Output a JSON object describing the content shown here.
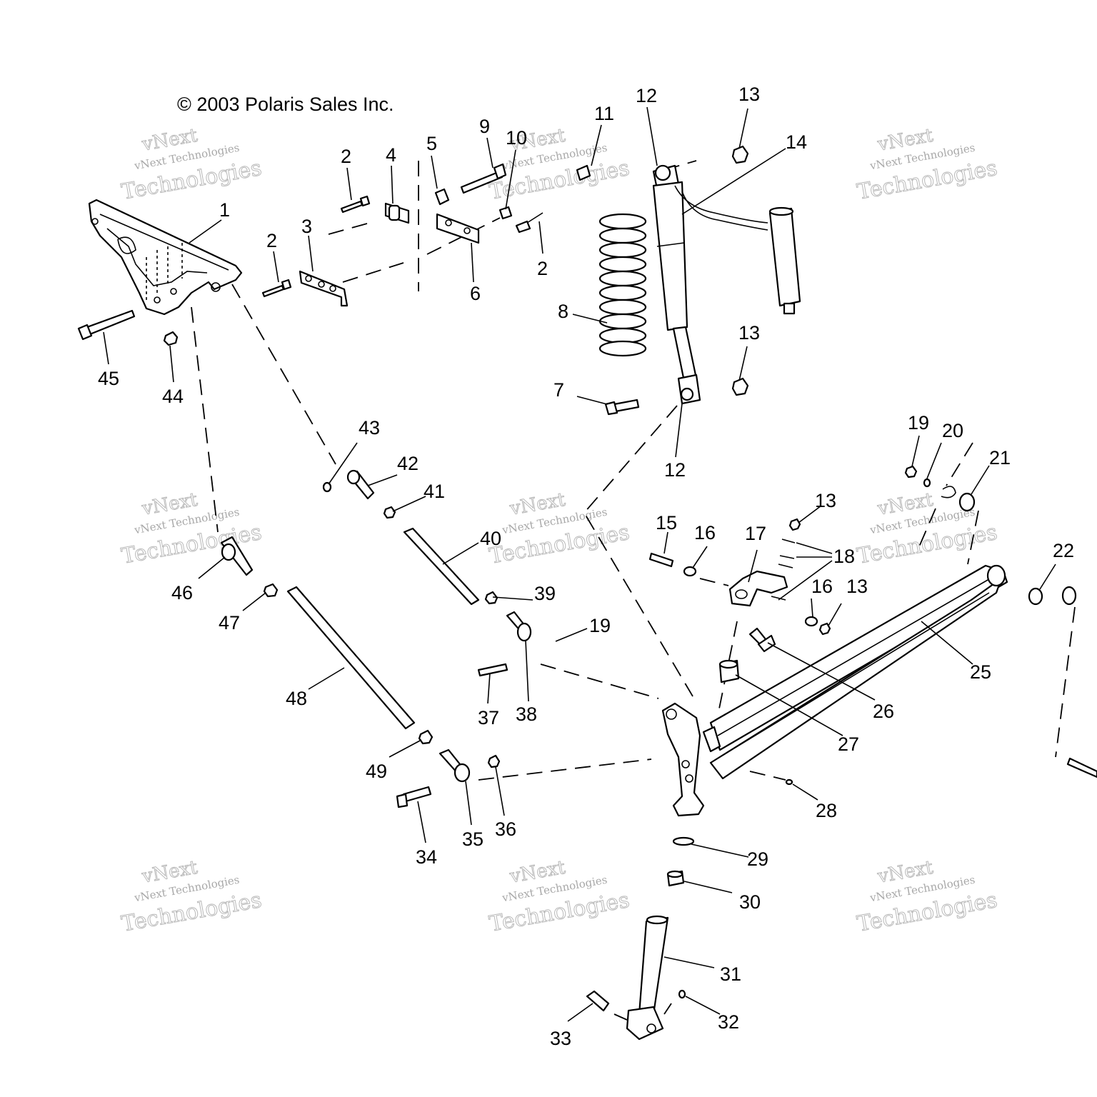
{
  "copyright": "© 2003 Polaris Sales Inc.",
  "watermark": {
    "line1": "vNext Technologies",
    "line2": "vNext",
    "line3": "Technologies"
  },
  "callouts": {
    "c1": "1",
    "c2a": "2",
    "c2b": "2",
    "c2c": "2",
    "c3": "3",
    "c4": "4",
    "c5": "5",
    "c6": "6",
    "c7": "7",
    "c8": "8",
    "c9": "9",
    "c10": "10",
    "c11": "11",
    "c12a": "12",
    "c12b": "12",
    "c13a": "13",
    "c13b": "13",
    "c13c": "13",
    "c13d": "13",
    "c14": "14",
    "c15": "15",
    "c16a": "16",
    "c16b": "16",
    "c17": "17",
    "c18": "18",
    "c19a": "19",
    "c19b": "19",
    "c20": "20",
    "c21": "21",
    "c22": "22",
    "c25": "25",
    "c26": "26",
    "c27": "27",
    "c28": "28",
    "c29": "29",
    "c30": "30",
    "c31": "31",
    "c32": "32",
    "c33": "33",
    "c34": "34",
    "c35": "35",
    "c36": "36",
    "c37": "37",
    "c38": "38",
    "c39": "39",
    "c40": "40",
    "c41": "41",
    "c42": "42",
    "c43": "43",
    "c44": "44",
    "c45": "45",
    "c46": "46",
    "c47": "47",
    "c48": "48",
    "c49": "49"
  }
}
